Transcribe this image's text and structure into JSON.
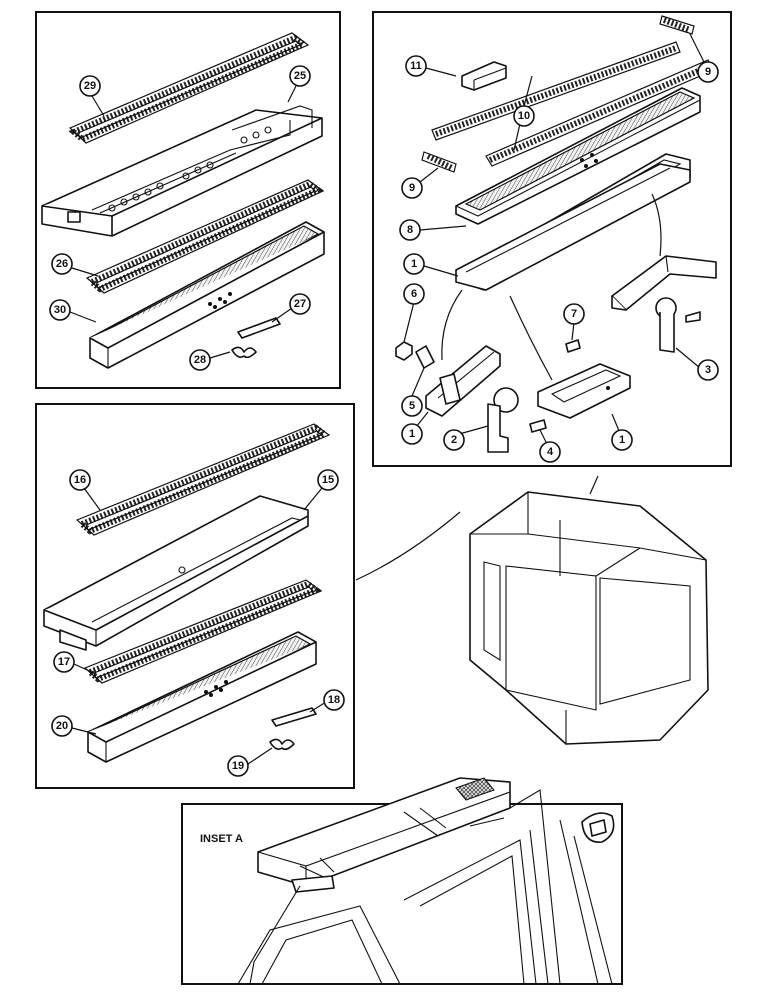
{
  "inset_label": "INSET A",
  "callouts": {
    "p1": "1",
    "p2": "2",
    "p3": "3",
    "p4": "4",
    "p5": "5",
    "p6": "6",
    "p7": "7",
    "p8": "8",
    "p9": "9",
    "p10": "10",
    "p11": "11",
    "p15": "15",
    "p16": "16",
    "p17": "17",
    "p18": "18",
    "p19": "19",
    "p20": "20",
    "p25": "25",
    "p26": "26",
    "p27": "27",
    "p28": "28",
    "p29": "29",
    "p30": "30"
  }
}
